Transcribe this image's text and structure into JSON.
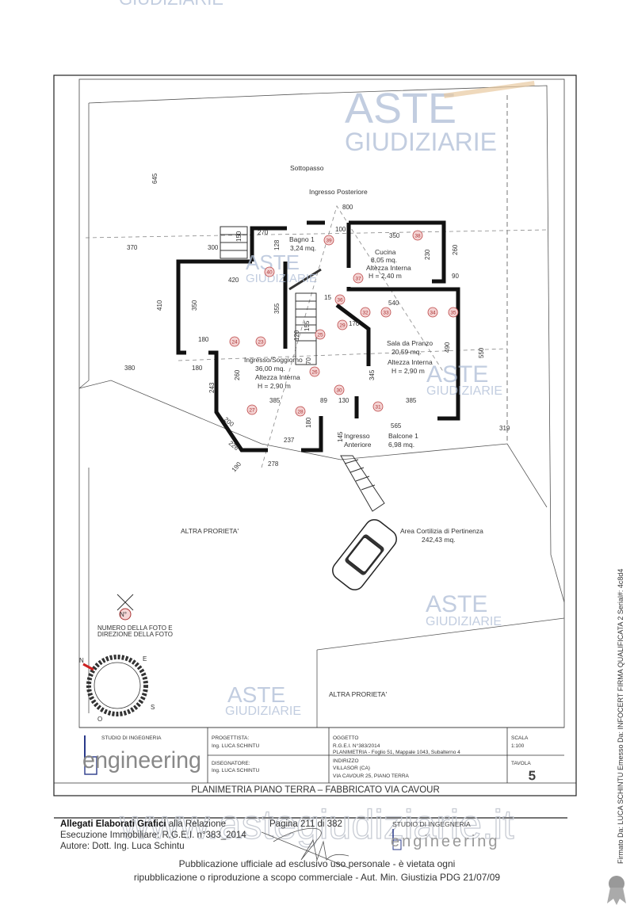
{
  "watermark": {
    "brand_top": "ASTE",
    "brand_bottom": "GIUDIZIARIE",
    "url": "www.astegiudiziarie.it",
    "color": "#aebdd6"
  },
  "plan": {
    "rooms": {
      "sottopasso": "Sottopasso",
      "ingresso_posteriore": "Ingresso Posteriore",
      "bagno_name": "Bagno 1",
      "bagno_area": "3,24 mq.",
      "cucina_name": "Cucina",
      "cucina_area": "8,05 mq.",
      "cucina_h_label": "Altezza Interna",
      "cucina_h": "H = 2,40 m",
      "sala_name": "Sala da Pranzo",
      "sala_area": "20,59 mq.",
      "sala_h_label": "Altezza Interna",
      "sala_h": "H = 2,90 m",
      "soggiorno_name": "Ingresso/Soggiorno",
      "soggiorno_area": "36,00 mq.",
      "soggiorno_h_label": "Altezza Interna",
      "soggiorno_h": "H = 2,90 m",
      "ingresso_anteriore_1": "Ingresso",
      "ingresso_anteriore_2": "Anteriore",
      "balcone_name": "Balcone 1",
      "balcone_area": "6,98 mq.",
      "cortile_name": "Area Cortilizia di Pertinenza",
      "cortile_area": "242,43 mq.",
      "altra_1": "ALTRA PRORIETA'",
      "altra_2": "ALTRA PRORIETA'"
    },
    "dims": [
      "645",
      "800",
      "370",
      "300",
      "150",
      "270",
      "128",
      "100",
      "350",
      "230",
      "260",
      "90",
      "420",
      "410",
      "350",
      "355",
      "540",
      "170",
      "550",
      "180",
      "120",
      "155",
      "70",
      "490",
      "380",
      "180",
      "345",
      "243",
      "260",
      "385",
      "89",
      "130",
      "385",
      "200",
      "237",
      "180",
      "145",
      "565",
      "319",
      "226",
      "278",
      "190",
      "15"
    ],
    "photo_markers": [
      "23",
      "24",
      "25",
      "26",
      "27",
      "28",
      "29",
      "30",
      "31",
      "32",
      "33",
      "34",
      "35",
      "36",
      "37",
      "38",
      "39",
      "40"
    ],
    "legend_marker": "N°",
    "legend_text_1": "NUMERO DELLA FOTO E",
    "legend_text_2": "DIREZIONE DELLA FOTO",
    "compass": {
      "n": "N",
      "e": "E",
      "s": "S",
      "o": "O"
    }
  },
  "title_block": {
    "studio_label": "STUDIO DI INGEGNERIA",
    "logo_text": "engineering",
    "progettista_label": "PROGETTISTA:",
    "progettista": "Ing. LUCA SCHINTU",
    "disegnatore_label": "DISEGNATORE:",
    "disegnatore": "Ing. LUCA SCHINTU",
    "oggetto_label": "OGGETTO",
    "oggetto_1": "R.G.E.I. N°383/2014",
    "oggetto_2": "PLANIMETRIA - Foglio 51, Mappale 1043, Subalterno 4",
    "indirizzo_label": "INDIRIZZO",
    "indirizzo_1": "VILLASOR (CA)",
    "indirizzo_2": "VIA CAVOUR 25, PIANO TERRA",
    "scala_label": "SCALA",
    "scala": "1:100",
    "tavola_label": "TAVOLA",
    "tavola": "5",
    "caption": "PLANIMETRIA PIANO TERRA – FABBRICATO VIA CAVOUR"
  },
  "footer": {
    "line1_bold": "Allegati Elaborati Grafici",
    "line1_rest": " alla Relazione",
    "line2": "Esecuzione Immobiliare: R.G.E.I. n°383_2014",
    "line3": "Autore: Dott. Ing. Luca Schintu",
    "page": "Pagina 211 di 382",
    "studio": "STUDIO DI INGEGNERIA",
    "studio_logo": "engineering",
    "notice_1": "Pubblicazione ufficiale ad esclusivo uso personale - è vietata ogni",
    "notice_2": "ripubblicazione o riproduzione a scopo commerciale - Aut. Min. Giustizia PDG 21/07/09",
    "signature_note": "Firmato Da: LUCA SCHINTU Emesso Da: INFOCERT FIRMA QUALIFICATA 2 Serial#: 4c8d4"
  }
}
